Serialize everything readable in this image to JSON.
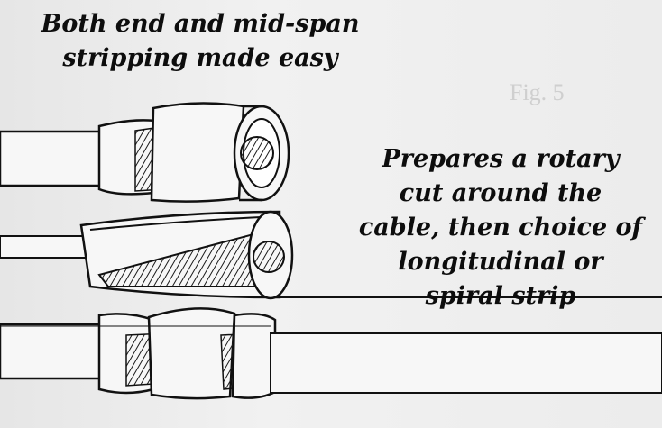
{
  "heading": {
    "line1": "Both end and mid-span",
    "line2": "stripping made easy"
  },
  "caption": {
    "line1": "Prepares a rotary",
    "line2": "cut around the",
    "line3": "cable, then choice of",
    "line4": "longitudinal or",
    "line5": "spiral strip"
  },
  "background": {
    "fig_label": "Fig. 5"
  },
  "illustrations": [
    {
      "name": "cable-end-rotary-cut"
    },
    {
      "name": "cable-longitudinal-strip"
    },
    {
      "name": "cable-spiral-strip"
    }
  ],
  "colors": {
    "ink": "#0d0d0d",
    "paper": "#ececec",
    "jacket": "#f7f7f7"
  }
}
